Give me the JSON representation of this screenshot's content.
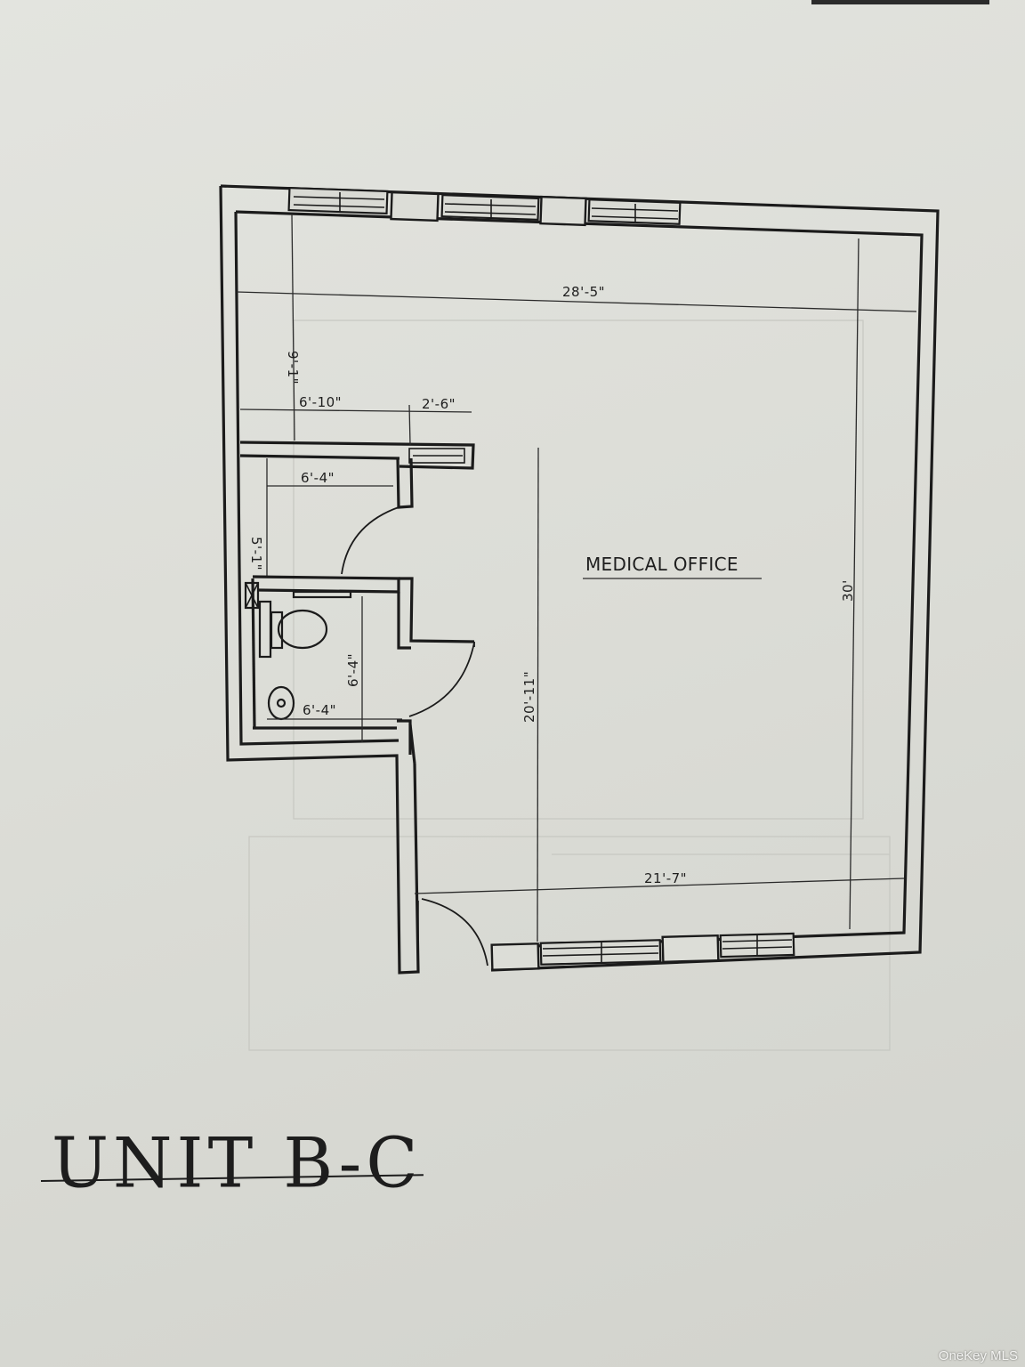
{
  "plan": {
    "room_label": "MEDICAL OFFICE",
    "dimensions": {
      "overall_width": "28'-5\"",
      "overall_depth": "30'",
      "north_strip_depth": "9'-1\"",
      "alcove_width": "6'-10\"",
      "alcove_opening": "2'-6\"",
      "corridor_width": "6'-4\"",
      "corridor_depth": "5'-1\"",
      "restroom_depth": "6'-4\"",
      "restroom_width": "6'-4\"",
      "office_depth": "20'-11\"",
      "office_width": "21'-7\""
    }
  },
  "title": {
    "text": "UNIT B-C"
  },
  "watermark": {
    "text": "OneKey MLS"
  }
}
